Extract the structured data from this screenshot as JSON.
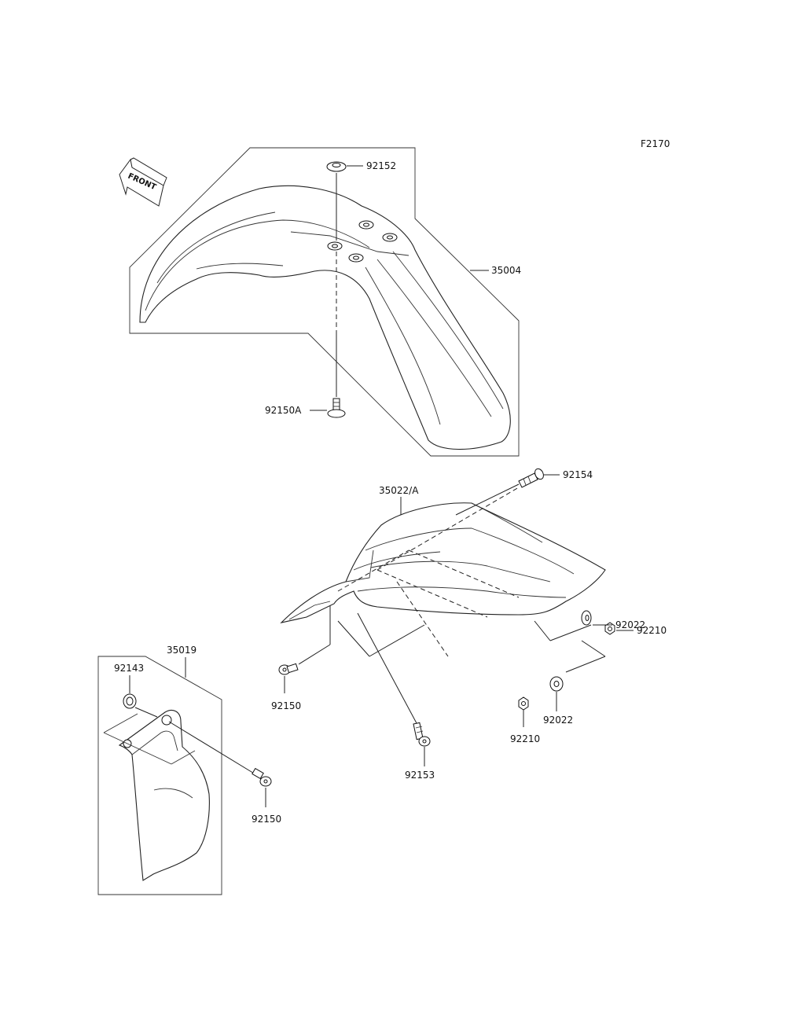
{
  "figure_code": "F2170",
  "front_arrow_label": "FRONT",
  "labels": {
    "p92152": "92152",
    "p35004": "35004",
    "p92150A": "92150A",
    "p92154": "92154",
    "p35022A": "35022/A",
    "p92210a": "92210",
    "p92022a": "92022",
    "p35019": "35019",
    "p92143": "92143",
    "p92150a": "92150",
    "p92022b": "92022",
    "p92210b": "92210",
    "p92153": "92153",
    "p92150b": "92150"
  }
}
